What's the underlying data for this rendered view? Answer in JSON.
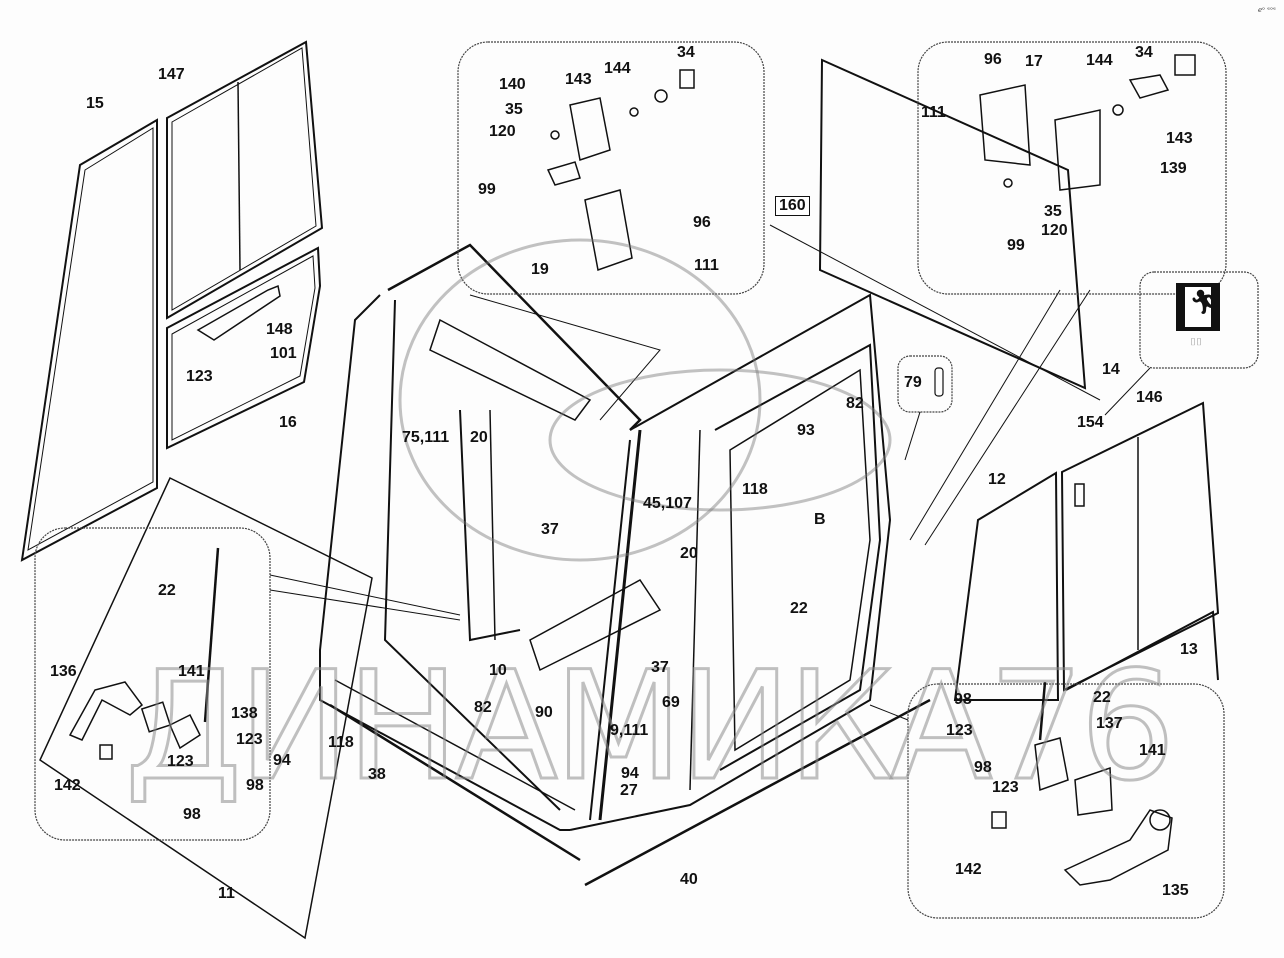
{
  "title": "Cab assembly exploded parts diagram",
  "watermark": "ДИНАМИКА76",
  "corner_mark": "ℯᵒ ᵉᵒᵉ",
  "main_view": {
    "callouts": [
      "15",
      "147",
      "148",
      "101",
      "123",
      "16",
      "75,111",
      "20",
      "37",
      "45,107",
      "20",
      "37",
      "10",
      "82",
      "90",
      "9,111",
      "69",
      "94",
      "27",
      "40",
      "38",
      "118",
      "94",
      "11",
      "160",
      "79",
      "82",
      "93",
      "118",
      "B",
      "22",
      "14",
      "146",
      "154",
      "12",
      "13"
    ],
    "boxed_callout": "160"
  },
  "detail_top_center": {
    "callouts": [
      "34",
      "144",
      "143",
      "140",
      "35",
      "120",
      "99",
      "96",
      "19",
      "111"
    ]
  },
  "detail_top_right": {
    "callouts": [
      "96",
      "17",
      "144",
      "34",
      "111",
      "143",
      "139",
      "35",
      "120",
      "99"
    ]
  },
  "detail_pin": {
    "callouts": [
      "79"
    ]
  },
  "detail_exit_sign": {
    "icon": "emergency-exit-icon",
    "subtext": "⌷⌷"
  },
  "detail_bottom_left": {
    "callouts": [
      "22",
      "136",
      "141",
      "138",
      "123",
      "123",
      "98",
      "142",
      "98"
    ]
  },
  "detail_bottom_right": {
    "callouts": [
      "98",
      "22",
      "123",
      "137",
      "98",
      "123",
      "141",
      "142",
      "135"
    ]
  }
}
